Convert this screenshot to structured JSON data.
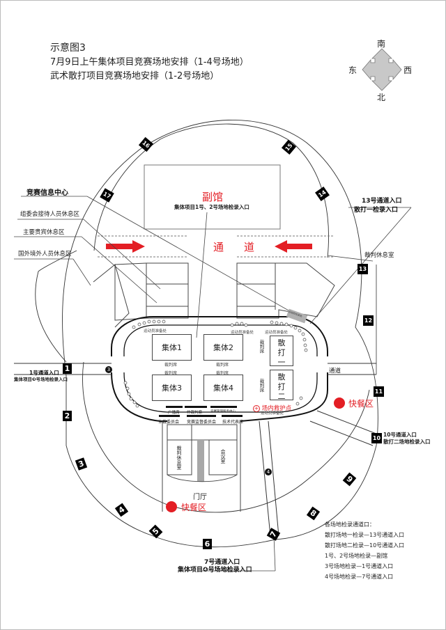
{
  "header": {
    "title": "示意图3",
    "subtitle_1": "7月9日上午集体项目竞赛场地安排（1-4号场地）",
    "subtitle_2": "武术散打项目竞赛场地安排（1-2号场地）"
  },
  "compass": {
    "south": "南",
    "north": "北",
    "east": "东",
    "west": "西",
    "fill_color": "#c8c8c8"
  },
  "colors": {
    "accent_red": "#e31e24",
    "line": "#333333",
    "badge_bg": "#000000"
  },
  "left_labels": {
    "info_center": "竞赛信息中心",
    "reception_rest": "组委会接待人员休息区",
    "vip_rest": "主要贵宾休息区",
    "overseas_rest": "国外境外人员休息区"
  },
  "annex": {
    "name": "副馆",
    "entrance": "集体项目1号、2号场地检录入口"
  },
  "passage": {
    "left": "通",
    "right": "道",
    "east_passage": "通道"
  },
  "right_labels": {
    "entry13_line1": "13号通道入口",
    "entry13_line2": "散打一检录入口",
    "referee_lounge": "裁判休息室",
    "entry10_line1": "10号通道入口",
    "entry10_line2": "散打二场地检录入口"
  },
  "arena": {
    "courts": [
      "集体1",
      "集体2",
      "集体3",
      "集体4"
    ],
    "sanda_1": [
      "散",
      "打",
      "一"
    ],
    "sanda_2": [
      "散",
      "打",
      "二"
    ],
    "judge_seat": "裁判席",
    "athlete_prep": "运动员准备处",
    "medical": "场内救护点",
    "gray_box": "运动员检录处"
  },
  "officials": {
    "row1": [
      "广播席",
      "仲裁判席",
      "竞赛管理服务中心"
    ],
    "row2": [
      "仲裁委员会",
      "竞赛监督委员会",
      "技术代表席"
    ]
  },
  "lobby": {
    "referee_rest": "裁判休息室",
    "meeting_room": "会议室",
    "hall": "门厅"
  },
  "food": {
    "label": "快餐区"
  },
  "entrances": {
    "entry1_line1": "1号通道入口",
    "entry1_line2": "集体项目❸号场地检录入口",
    "entry7_line1": "7号通道入口",
    "entry7_line2": "集体项目❹号场地检录入口"
  },
  "gate_numbers": [
    "1",
    "2",
    "3",
    "4",
    "5",
    "6",
    "7",
    "8",
    "9",
    "10",
    "11",
    "12",
    "13",
    "14",
    "15",
    "16",
    "17"
  ],
  "circled_markers": [
    "3",
    "4"
  ],
  "legend": {
    "title": "各场地检录通道口：",
    "items": [
      "散打场地一检录—13号通道入口",
      "散打场地二检录—10号通道入口",
      "1号、2号场地检录—副馆",
      "3号场地检录—1号通道入口",
      "4号场地检录—7号通道入口"
    ]
  }
}
